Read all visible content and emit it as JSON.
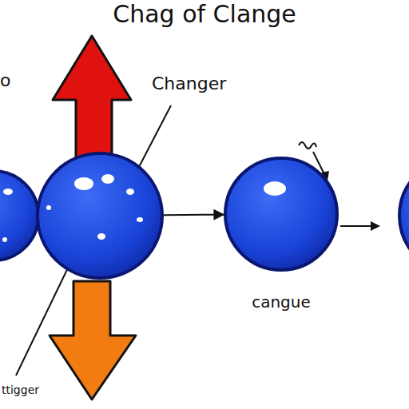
{
  "diagram": {
    "title": "Chag of Clange",
    "nodes": [
      {
        "text": [
          "Changer",
          "ttigger"
        ]
      },
      {
        "text": [
          "cangue"
        ]
      }
    ],
    "edges": [
      {
        "from": 0,
        "to": 1,
        "arrow": "to"
      }
    ],
    "labels": [
      "o"
    ]
  }
}
